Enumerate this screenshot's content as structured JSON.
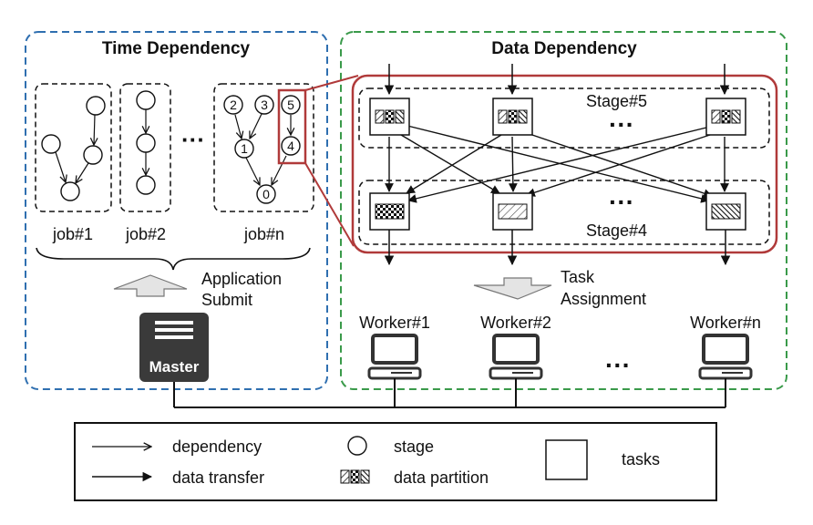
{
  "time_dependency": {
    "title": "Time Dependency",
    "jobs": [
      {
        "label": "job#1"
      },
      {
        "label": "job#2"
      },
      {
        "label": "job#n",
        "stages": [
          "2",
          "3",
          "5",
          "1",
          "4",
          "0"
        ]
      }
    ],
    "submit_label_line1": "Application",
    "submit_label_line2": "Submit",
    "master_label": "Master"
  },
  "data_dependency": {
    "title": "Data Dependency",
    "stage_upper": "Stage#5",
    "stage_lower": "Stage#4",
    "assign_label_line1": "Task",
    "assign_label_line2": "Assignment",
    "workers": [
      "Worker#1",
      "Worker#2",
      "Worker#n"
    ]
  },
  "legend": {
    "dependency": "dependency",
    "data_transfer": "data transfer",
    "stage": "stage",
    "data_partition": "data partition",
    "tasks": "tasks"
  },
  "colors": {
    "time_border": "#2f6fb0",
    "data_border": "#3a9a4a",
    "highlight": "#b03a3a",
    "master_bg": "#3a3a3a"
  }
}
